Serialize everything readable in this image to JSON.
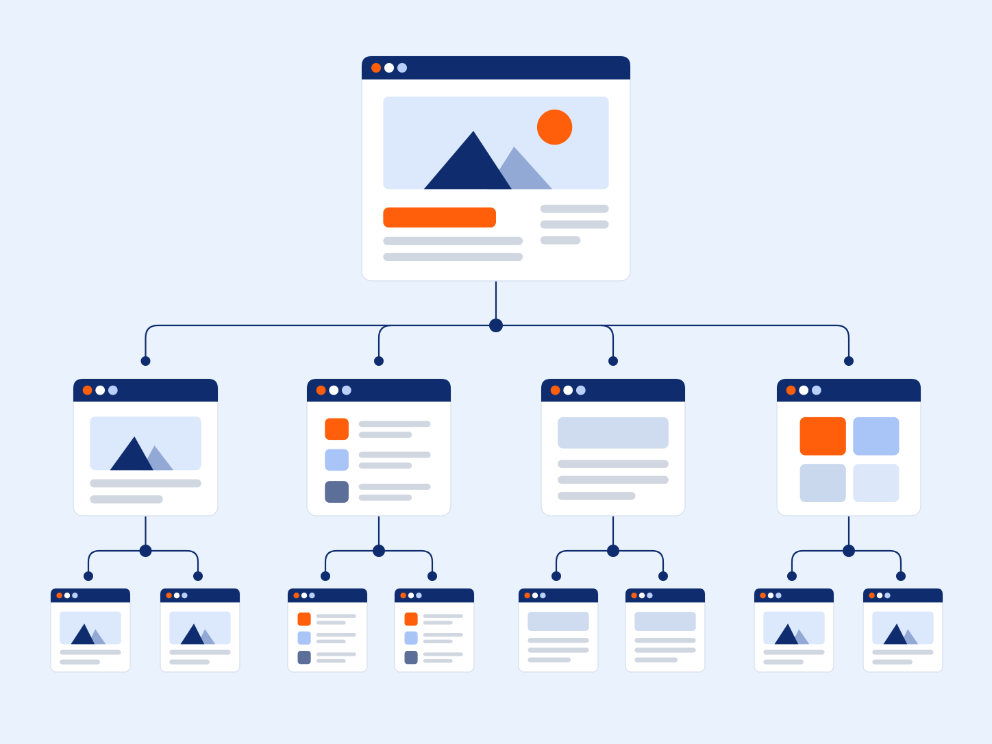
{
  "colors": {
    "background": "#eaf3fd",
    "navy": "#0f2d6e",
    "orange": "#ff5f0a",
    "card": "#ffffff",
    "card_border": "#dbe3ee",
    "image_bg": "#dce8fb",
    "mountain_back": "#92a9d6",
    "text_line": "#d1d7e1",
    "dot_white": "#ffffff",
    "dot_light_blue": "#b9d0fa",
    "tile_light_blue": "#a9c5f8",
    "tile_slate": "#5c6f99",
    "tile_pale": "#cad8ee",
    "tile_paler": "#dce8fa",
    "block_gray": "#cfdcf0"
  },
  "sitemap": {
    "description_hidden": false,
    "root": {
      "layout": "hero-page",
      "icon": "browser-window-icon"
    },
    "level_one": [
      {
        "layout": "image-article",
        "icon": "browser-window-icon"
      },
      {
        "layout": "list",
        "icon": "browser-window-icon"
      },
      {
        "layout": "text-block",
        "icon": "browser-window-icon"
      },
      {
        "layout": "grid",
        "icon": "browser-window-icon"
      }
    ],
    "level_two": [
      {
        "parent": 0,
        "layout": "image-article"
      },
      {
        "parent": 0,
        "layout": "image-article"
      },
      {
        "parent": 1,
        "layout": "list"
      },
      {
        "parent": 1,
        "layout": "list"
      },
      {
        "parent": 2,
        "layout": "text-block"
      },
      {
        "parent": 2,
        "layout": "text-block"
      },
      {
        "parent": 3,
        "layout": "image-article"
      },
      {
        "parent": 3,
        "layout": "image-article"
      }
    ]
  }
}
